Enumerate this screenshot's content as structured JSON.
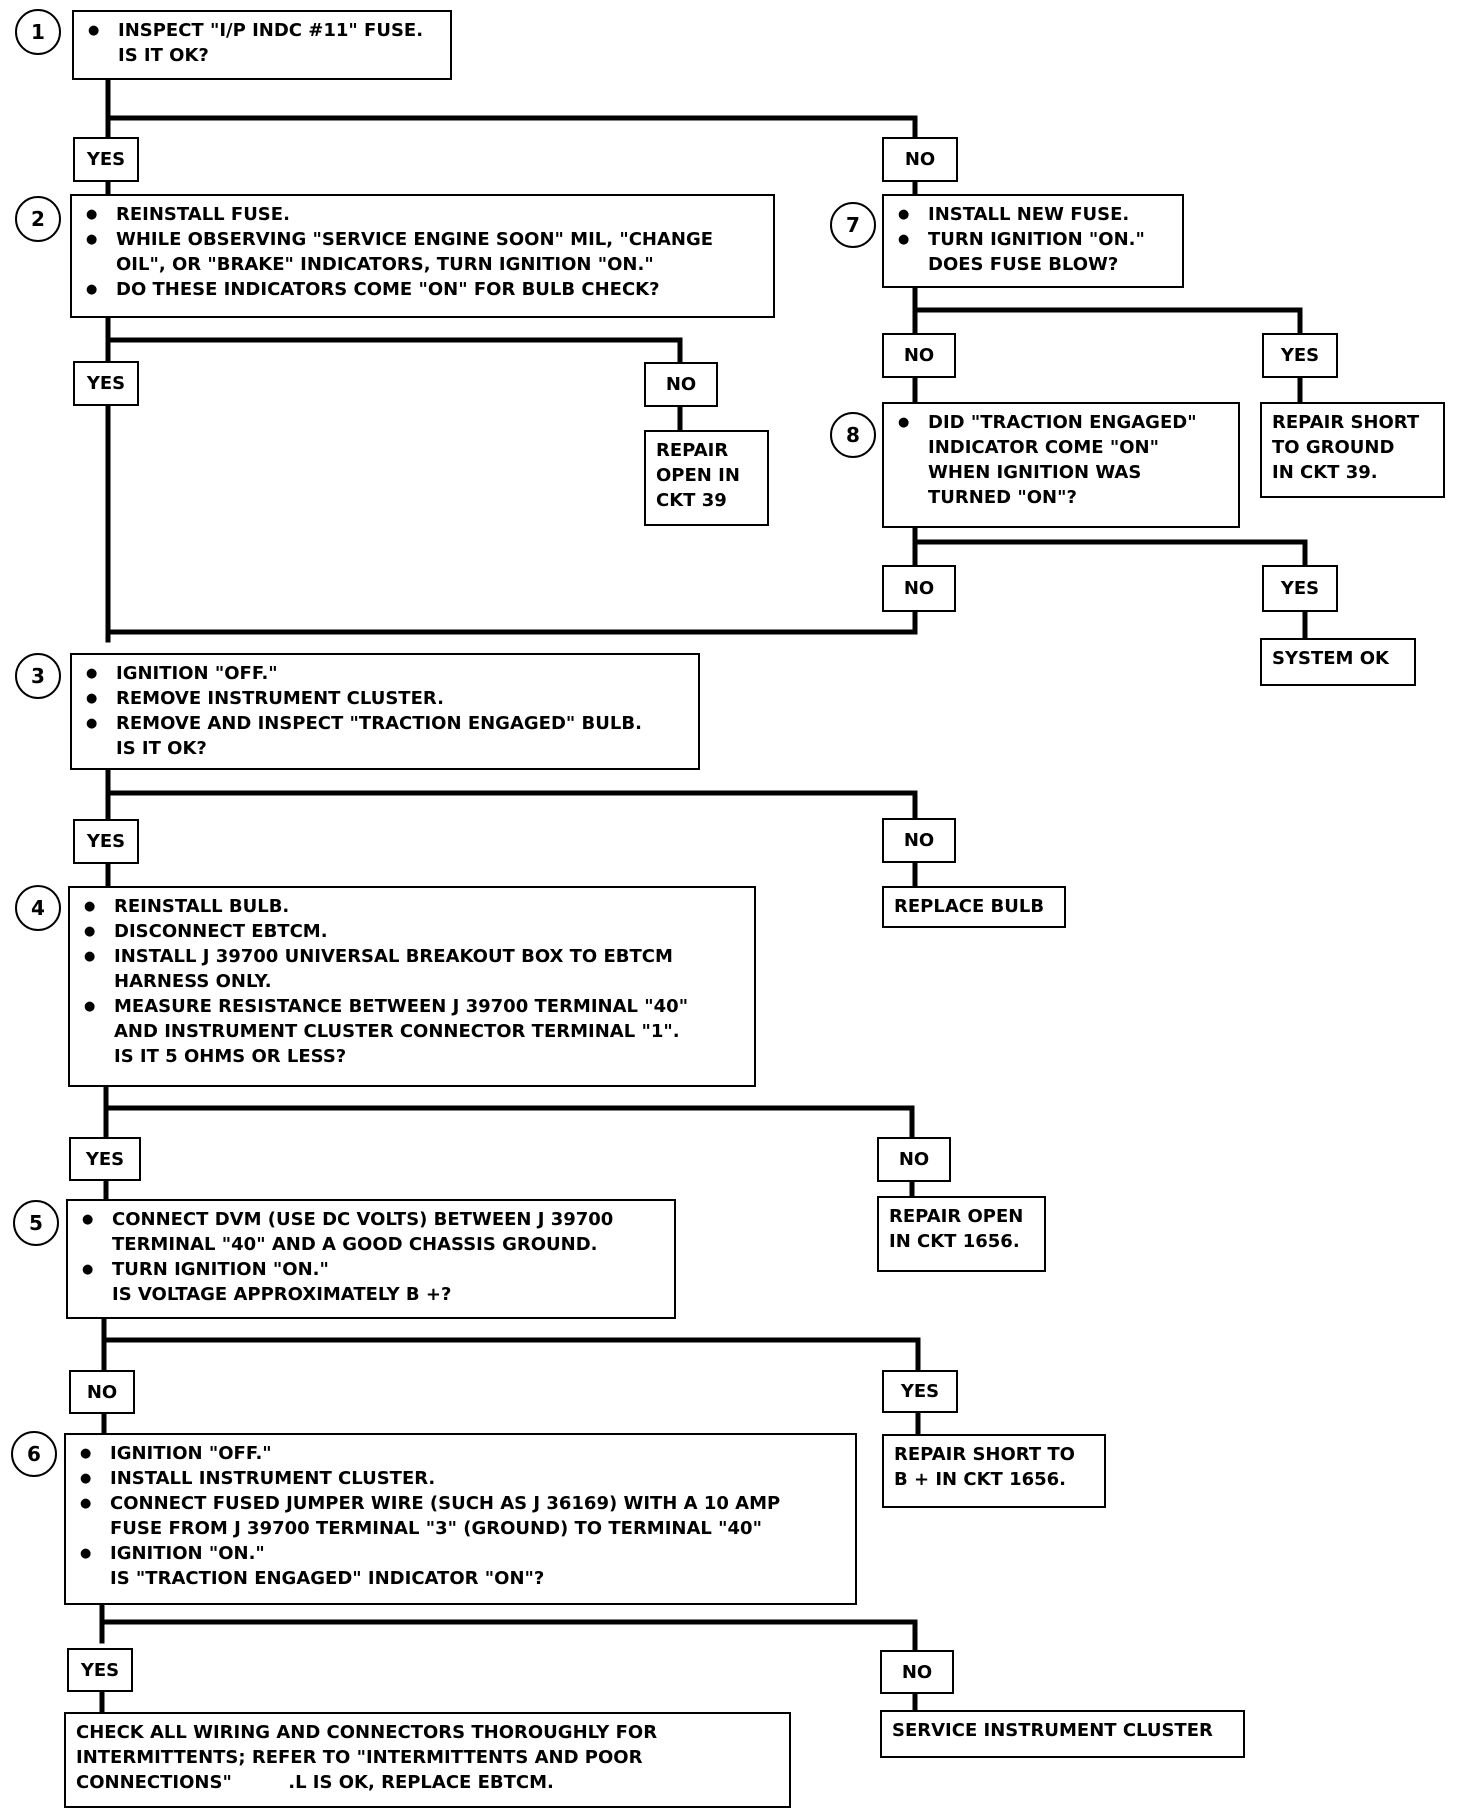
{
  "steps": {
    "s1": {
      "num": "1",
      "lines": [
        "INSPECT \"I/P INDC #11\" FUSE."
      ],
      "question": "IS IT OK?"
    },
    "s2": {
      "num": "2",
      "lines": [
        "REINSTALL FUSE.",
        "WHILE OBSERVING \"SERVICE ENGINE SOON\" MIL, \"CHANGE",
        "DO THESE INDICATORS COME \"ON\" FOR BULB CHECK?"
      ],
      "cont": "OIL\", OR \"BRAKE\" INDICATORS, TURN IGNITION \"ON.\""
    },
    "s3": {
      "num": "3",
      "lines": [
        "IGNITION \"OFF.\"",
        "REMOVE INSTRUMENT CLUSTER.",
        "REMOVE AND INSPECT \"TRACTION ENGAGED\" BULB."
      ],
      "question": "IS IT OK?"
    },
    "s4": {
      "num": "4",
      "lines": [
        "REINSTALL BULB.",
        "DISCONNECT EBTCM.",
        "INSTALL J 39700 UNIVERSAL BREAKOUT BOX TO EBTCM",
        "MEASURE RESISTANCE BETWEEN J 39700 TERMINAL \"40\""
      ],
      "cont1": "HARNESS ONLY.",
      "cont2": "AND INSTRUMENT CLUSTER CONNECTOR TERMINAL \"1\".",
      "question": "IS IT 5 OHMS OR LESS?"
    },
    "s5": {
      "num": "5",
      "lines": [
        "CONNECT DVM (USE DC VOLTS) BETWEEN J 39700",
        "TURN IGNITION \"ON.\""
      ],
      "cont": "TERMINAL \"40\" AND A GOOD CHASSIS GROUND.",
      "question": "IS VOLTAGE APPROXIMATELY B +?"
    },
    "s6": {
      "num": "6",
      "lines": [
        "IGNITION \"OFF.\"",
        "INSTALL INSTRUMENT CLUSTER.",
        "CONNECT FUSED JUMPER WIRE (SUCH AS J 36169) WITH A 10 AMP",
        "IGNITION \"ON.\""
      ],
      "cont": "FUSE FROM J 39700 TERMINAL \"3\" (GROUND) TO TERMINAL \"40\"",
      "question": "IS \"TRACTION ENGAGED\" INDICATOR \"ON\"?"
    },
    "s7": {
      "num": "7",
      "lines": [
        "INSTALL NEW FUSE.",
        "TURN IGNITION \"ON.\""
      ],
      "question": "DOES FUSE BLOW?"
    },
    "s8": {
      "num": "8",
      "lines": [
        "DID \"TRACTION ENGAGED\""
      ],
      "conts": [
        "INDICATOR COME \"ON\"",
        "WHEN IGNITION WAS",
        "TURNED \"ON\"?"
      ]
    }
  },
  "results": {
    "r_open39": [
      "REPAIR",
      "OPEN IN",
      "CKT 39"
    ],
    "r_short39": [
      "REPAIR SHORT",
      "TO GROUND",
      "IN CKT 39."
    ],
    "r_systemok": [
      "SYSTEM OK"
    ],
    "r_bulb": [
      "REPLACE BULB"
    ],
    "r_open1656": [
      "REPAIR OPEN",
      "IN CKT 1656."
    ],
    "r_short1656": [
      "REPAIR SHORT TO",
      "B + IN CKT 1656."
    ],
    "r_service": [
      "SERVICE INSTRUMENT CLUSTER"
    ],
    "r_check": [
      "CHECK ALL WIRING AND CONNECTORS THOROUGHLY FOR",
      "INTERMITTENTS; REFER TO \"INTERMITTENTS AND POOR",
      "CONNECTIONS\"         .L IS OK, REPLACE EBTCM."
    ]
  },
  "labels": {
    "yes": "YES",
    "no": "NO"
  }
}
